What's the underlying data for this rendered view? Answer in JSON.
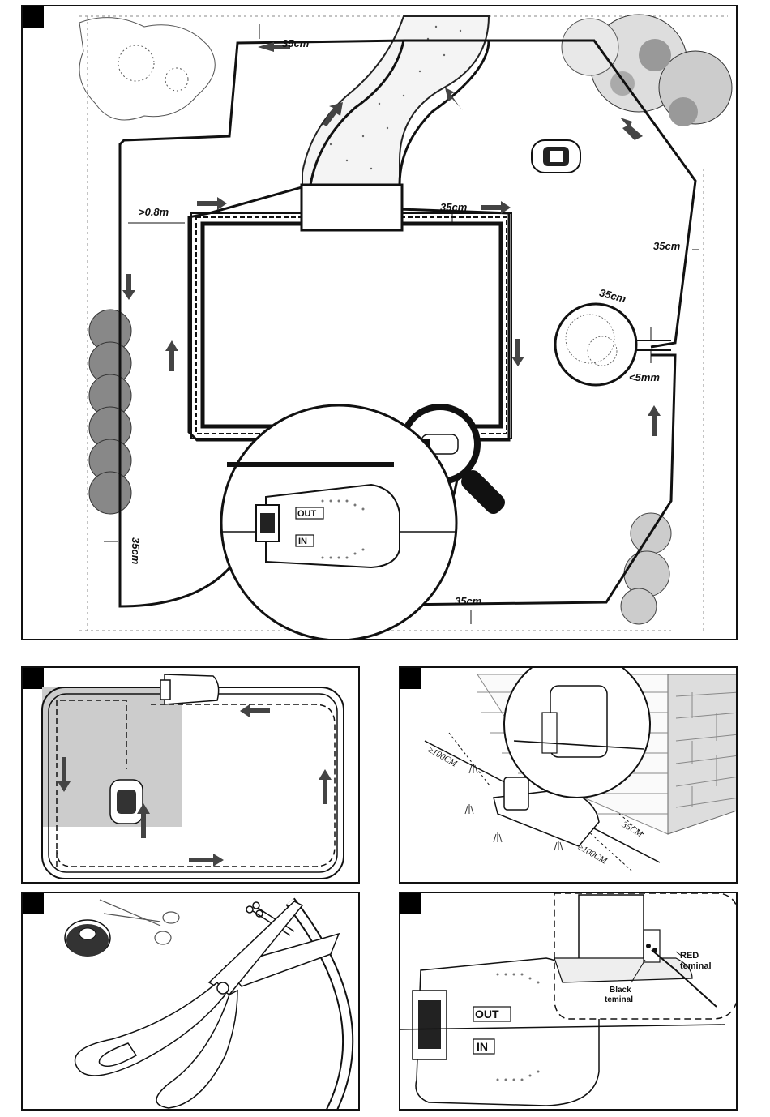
{
  "main_diagram": {
    "labels": {
      "top_distance": "35cm",
      "house_distance": "35cm",
      "right_distance": "35cm",
      "tree_distance": "35cm",
      "bottom_distance": "35cm",
      "left_distance": "35cm",
      "pool_distance": ">0.8m",
      "wire_gap": "<5mm"
    },
    "station_labels": {
      "out": "OUT",
      "in": "IN"
    }
  },
  "panel_station_install": {
    "labels": {
      "front_clearance": "≥100CM",
      "side_clearance": "≥100CM",
      "wall_distance": "35CM"
    }
  },
  "panel_terminals": {
    "labels": {
      "red_terminal": "RED\nteminal",
      "red_line1": "RED",
      "red_line2": "teminal",
      "black_line1": "Black",
      "black_line2": "teminal",
      "out": "OUT",
      "in": "IN"
    }
  }
}
